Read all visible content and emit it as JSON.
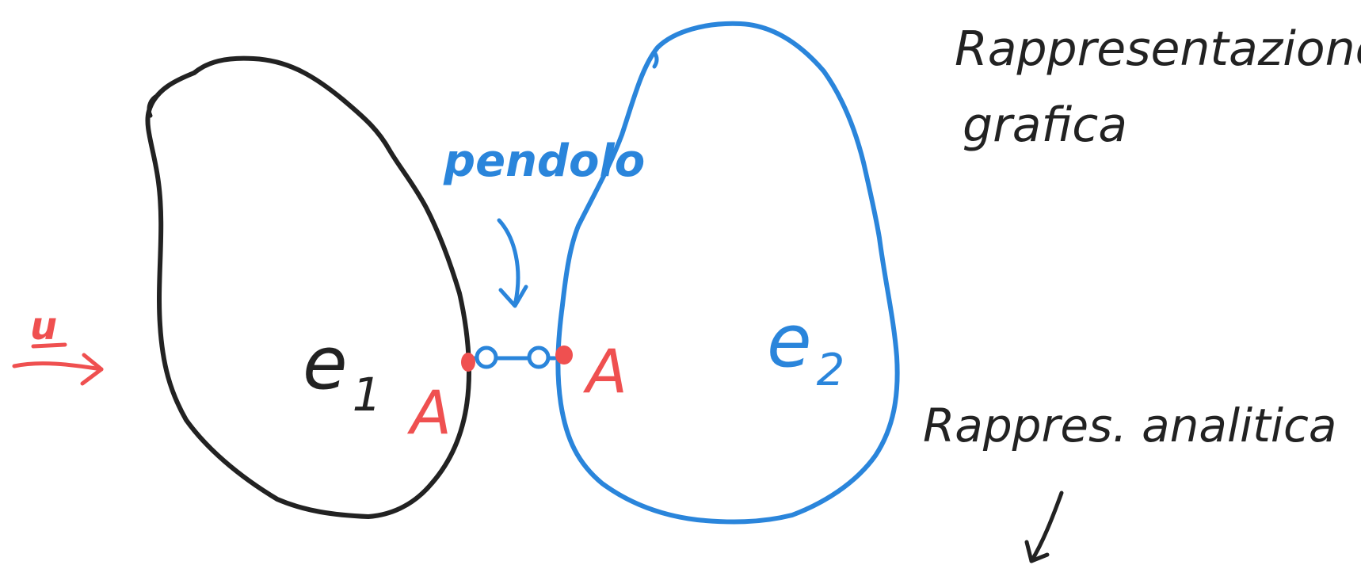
{
  "diagram": {
    "body_1": {
      "label_letter": "e",
      "label_subscript": "1",
      "stroke_color": "#222222"
    },
    "body_2": {
      "label_letter": "e",
      "label_subscript": "2",
      "stroke_color": "#2a85db"
    },
    "link": {
      "label": "pendolo",
      "color": "#2a85db"
    },
    "point_left": {
      "label": "A",
      "color": "#ef5050"
    },
    "point_right": {
      "label": "A",
      "color": "#ef5050"
    },
    "vector": {
      "label": "u",
      "color": "#ef5050"
    },
    "notes": {
      "graphic_line1": "Rappresentazione",
      "graphic_line2": "grafica",
      "analytic": "Rappres. analitica",
      "text_color": "#222222"
    }
  }
}
